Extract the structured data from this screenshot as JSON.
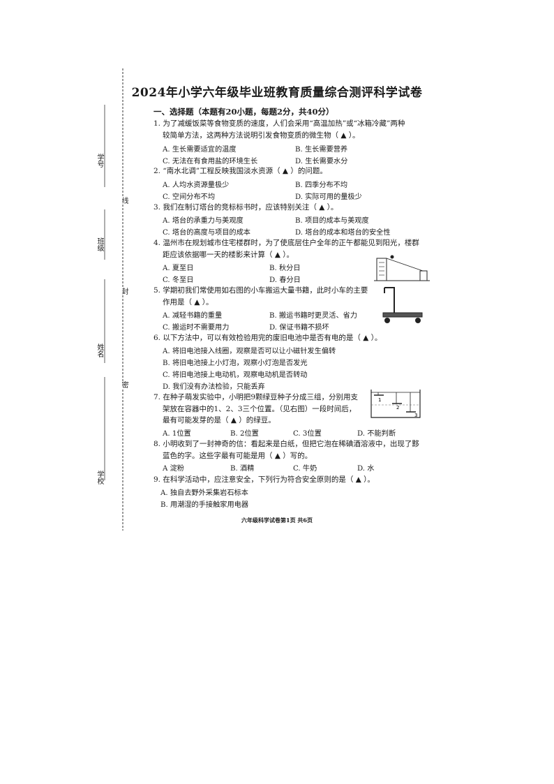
{
  "title": "2024年小学六年级毕业班教育质量综合测评科学试卷",
  "section": "一、选择题（本题有20小题，每题2分，共40分）",
  "sidebar": {
    "student_id": "学号",
    "class": "班级",
    "name": "姓名",
    "school": "学校",
    "seal_line": "线",
    "seal_seal": "封",
    "seal_close": "密"
  },
  "questions": [
    {
      "lines": [
        "1.  为了减缓饭菜等食物变质的速度，人们会采用“高温加热”或“冰箱冷藏”两种",
        "较简单方法，这两种方法说明引发食物变质的微生物（   ▲   ）。"
      ],
      "options": [
        "A. 生长需要适宜的温度",
        "B. 生长需要营养",
        "C. 无法在有食用盐的环境生长",
        "D. 生长需要水分"
      ]
    },
    {
      "lines": [
        "2. “南水北调”工程反映我国淡水资源（   ▲   ）的问题。"
      ],
      "options": [
        "A. 人均水资源量极少",
        "B. 四季分布不均",
        "C. 空间分布不均",
        "D. 实际可用的量极少"
      ]
    },
    {
      "lines": [
        "3.  我们在制订塔台的竞标标书时，应该特别关注（   ▲   ）。"
      ],
      "options": [
        "A. 塔台的承重力与美观度",
        "B. 项目的成本与美观度",
        "C. 塔台的高度与项目的成本",
        "D. 塔台的成本和塔台的安全性"
      ]
    },
    {
      "lines": [
        "4.  温州市在规划城市住宅楼群时，为了使底层住户全年的正午都能见到阳光，楼群",
        "距应该依据哪一天的楼影来计算（   ▲   ）。"
      ],
      "options": [
        "A. 夏至日",
        "B. 秋分日",
        "C. 冬至日",
        "D. 春分日"
      ]
    },
    {
      "lines": [
        "5.  学期初我们常使用如右图的小车搬运大量书籍，此时小车的主要",
        "作用是（   ▲   ）。"
      ],
      "options": [
        "A. 减轻书籍的重量",
        "B. 搬运书籍时更灵活、省力",
        "C. 搬运时不需要用力",
        "D. 保证书籍不损坏"
      ]
    },
    {
      "lines": [
        "6.  以下方法中，可以有效检验用完的废旧电池中是否有电的是（   ▲   ）。"
      ],
      "options": [
        "A. 将旧电池接入线圈，观察是否可以让小磁针发生偏转",
        "B. 将旧电池接上小灯泡，观察小灯泡是否发光",
        "C. 将旧电池接上电动机，观察电动机是否转动",
        "D. 我们没有办法检验，只能丢弃"
      ]
    },
    {
      "lines": [
        "7.  在种子萌发实验中，小明把9颗绿豆种子分成三组，分别用支",
        "架放在容器中的1、2、3三个位置。（见右图）一段时间后，",
        "最有可能发芽的是（   ▲   ）的绿豆。"
      ],
      "options": [
        "A. 1位置",
        "B.  2位置",
        "C. 3位置",
        "D. 不能判断"
      ]
    },
    {
      "lines": [
        "8.  小明收到了一封神奇的信：看起来是白纸，但把它泡在稀碘酒溶液中，出现了黟",
        "蓝色的字。这些字最有可能是用（   ▲   ）写的。"
      ],
      "options": [
        "A  淀粉",
        "B. 酒精",
        "C. 牛奶",
        "D. 水"
      ]
    },
    {
      "lines": [
        "9.  在科学活动中，应注意安全，下列行为符合安全原则的是（   ▲   ）。"
      ],
      "options": [
        "A. 独自去野外采集岩石标本",
        "B. 用潮湿的手接触家用电器"
      ]
    }
  ],
  "figure_labels": {
    "pos1": "1",
    "pos2": "2",
    "pos3": "3"
  },
  "footer": "六年级科学试卷第1页  共6页"
}
